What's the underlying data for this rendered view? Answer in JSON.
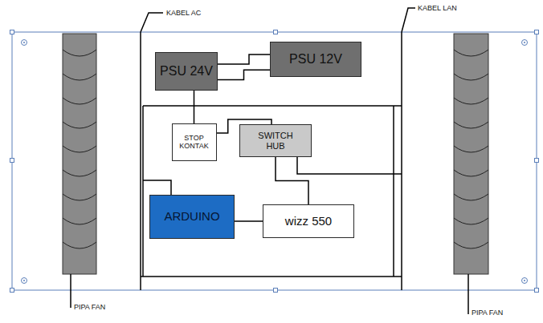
{
  "diagram": {
    "nodes": [
      {
        "text": [
          "PSU 24V"
        ]
      },
      {
        "text": [
          "PSU 12V"
        ]
      },
      {
        "text": [
          "STOP KONTAK"
        ]
      },
      {
        "text": [
          "SWITCH HUB"
        ]
      },
      {
        "text": [
          "ARDUINO"
        ]
      },
      {
        "text": [
          "wizz 550"
        ]
      }
    ],
    "edges": [
      {
        "from": 0,
        "to": 1,
        "arrow": "none"
      },
      {
        "from": 0,
        "to": 2,
        "arrow": "none"
      },
      {
        "from": 2,
        "to": 3,
        "arrow": "none"
      },
      {
        "from": 3,
        "to": 5,
        "arrow": "none"
      },
      {
        "from": 4,
        "to": 5,
        "arrow": "none"
      }
    ],
    "labels": [
      "KABEL AC",
      "KABEL LAN",
      "PIPA FAN",
      "PIPA FAN"
    ]
  }
}
